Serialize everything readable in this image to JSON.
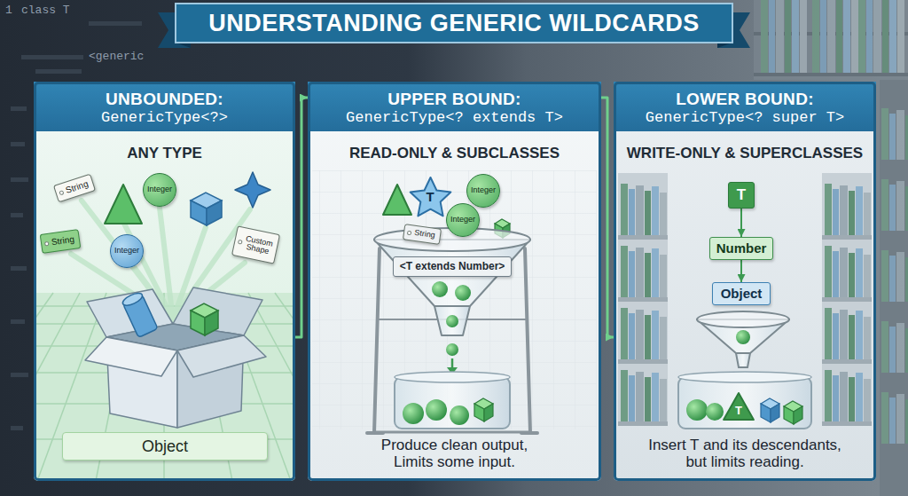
{
  "diagram": {
    "title": "UNDERSTANDING GENERIC WILDCARDS",
    "nodes": [
      {
        "text": [
          "UNBOUNDED: GenericType<?>",
          "ANY TYPE"
        ]
      },
      {
        "text": [
          "String"
        ],
        "in": 0
      },
      {
        "text": [
          "Integer"
        ],
        "in": 0
      },
      {
        "text": [
          "String"
        ],
        "in": 0
      },
      {
        "text": [
          "Integer"
        ],
        "in": 0
      },
      {
        "text": [
          "Custom Shape"
        ],
        "in": 0
      },
      {
        "text": [
          "Object"
        ],
        "in": 0
      },
      {
        "text": [
          "UPPER BOUND: GenericType<? extends T>",
          "READ-ONLY & SUBCLASSES",
          "Produce clean output, Limits some input."
        ]
      },
      {
        "text": [
          "T"
        ],
        "in": 7
      },
      {
        "text": [
          "Integer"
        ],
        "in": 7
      },
      {
        "text": [
          "Integer"
        ],
        "in": 7
      },
      {
        "text": [
          "String"
        ],
        "in": 7
      },
      {
        "text": [
          "<T extends Number>"
        ],
        "in": 7
      },
      {
        "text": [
          "LOWER BOUND: GenericType<? super T>",
          "WRITE-ONLY & SUPERCLASSES",
          "Insert T and its descendants, but limits reading."
        ]
      },
      {
        "text": [
          "T"
        ],
        "in": 13
      },
      {
        "text": [
          "Number"
        ],
        "in": 13
      },
      {
        "text": [
          "Object"
        ],
        "in": 13
      },
      {
        "text": [
          "T"
        ],
        "in": 13
      }
    ],
    "edges": [
      {
        "from": 0,
        "to": 7,
        "arrow": "to"
      },
      {
        "from": 7,
        "to": 13,
        "arrow": "to"
      },
      {
        "from": 14,
        "to": 15,
        "arrow": "to"
      },
      {
        "from": 15,
        "to": 16,
        "arrow": "to"
      }
    ],
    "labels": [
      "1",
      "class T",
      "<generic"
    ]
  }
}
